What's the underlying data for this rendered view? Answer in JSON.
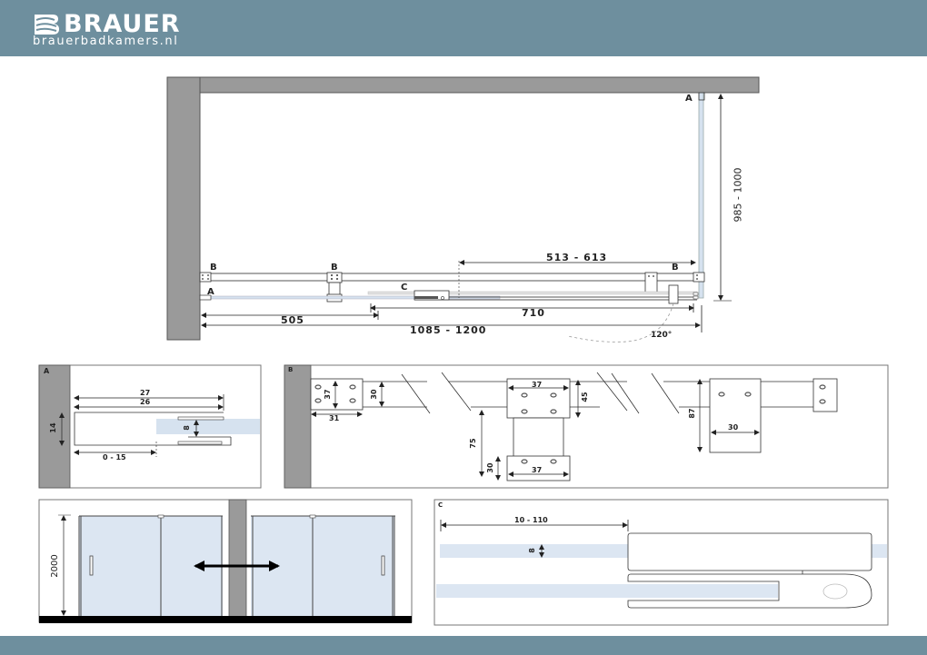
{
  "header": {
    "brand_name": "BRAUER",
    "brand_url": "brauerbadkamers.nl",
    "bar_color": "#6e8f9e"
  },
  "plan": {
    "dimensions": {
      "right_depth": "985 - 1000",
      "slider_offset": "513 - 613",
      "door_width": "710",
      "fixed_panel": "505",
      "total_width": "1085 - 1200",
      "swing_angle": "120°"
    },
    "markers": {
      "a_top": "A",
      "a_left": "A",
      "b_left": "B",
      "b_mid": "B",
      "b_right": "B",
      "c": "C"
    },
    "colors": {
      "wall": "#9a9a9a",
      "glass": "#d6e2ef"
    }
  },
  "detail_a": {
    "label": "A",
    "dim_27": "27",
    "dim_26": "26",
    "dim_14": "14",
    "dim_8": "8",
    "dim_0_15": "0 - 15"
  },
  "detail_b": {
    "label": "B",
    "dim_37_a": "37",
    "dim_31": "31",
    "dim_30_a": "30",
    "dim_37_b": "37",
    "dim_45": "45",
    "dim_75": "75",
    "dim_30_b": "30",
    "dim_37_c": "37",
    "dim_87": "87",
    "dim_30_c": "30"
  },
  "elevation": {
    "height": "2000"
  },
  "detail_c": {
    "label": "C",
    "dim_range": "10 - 110",
    "dim_8": "8"
  }
}
